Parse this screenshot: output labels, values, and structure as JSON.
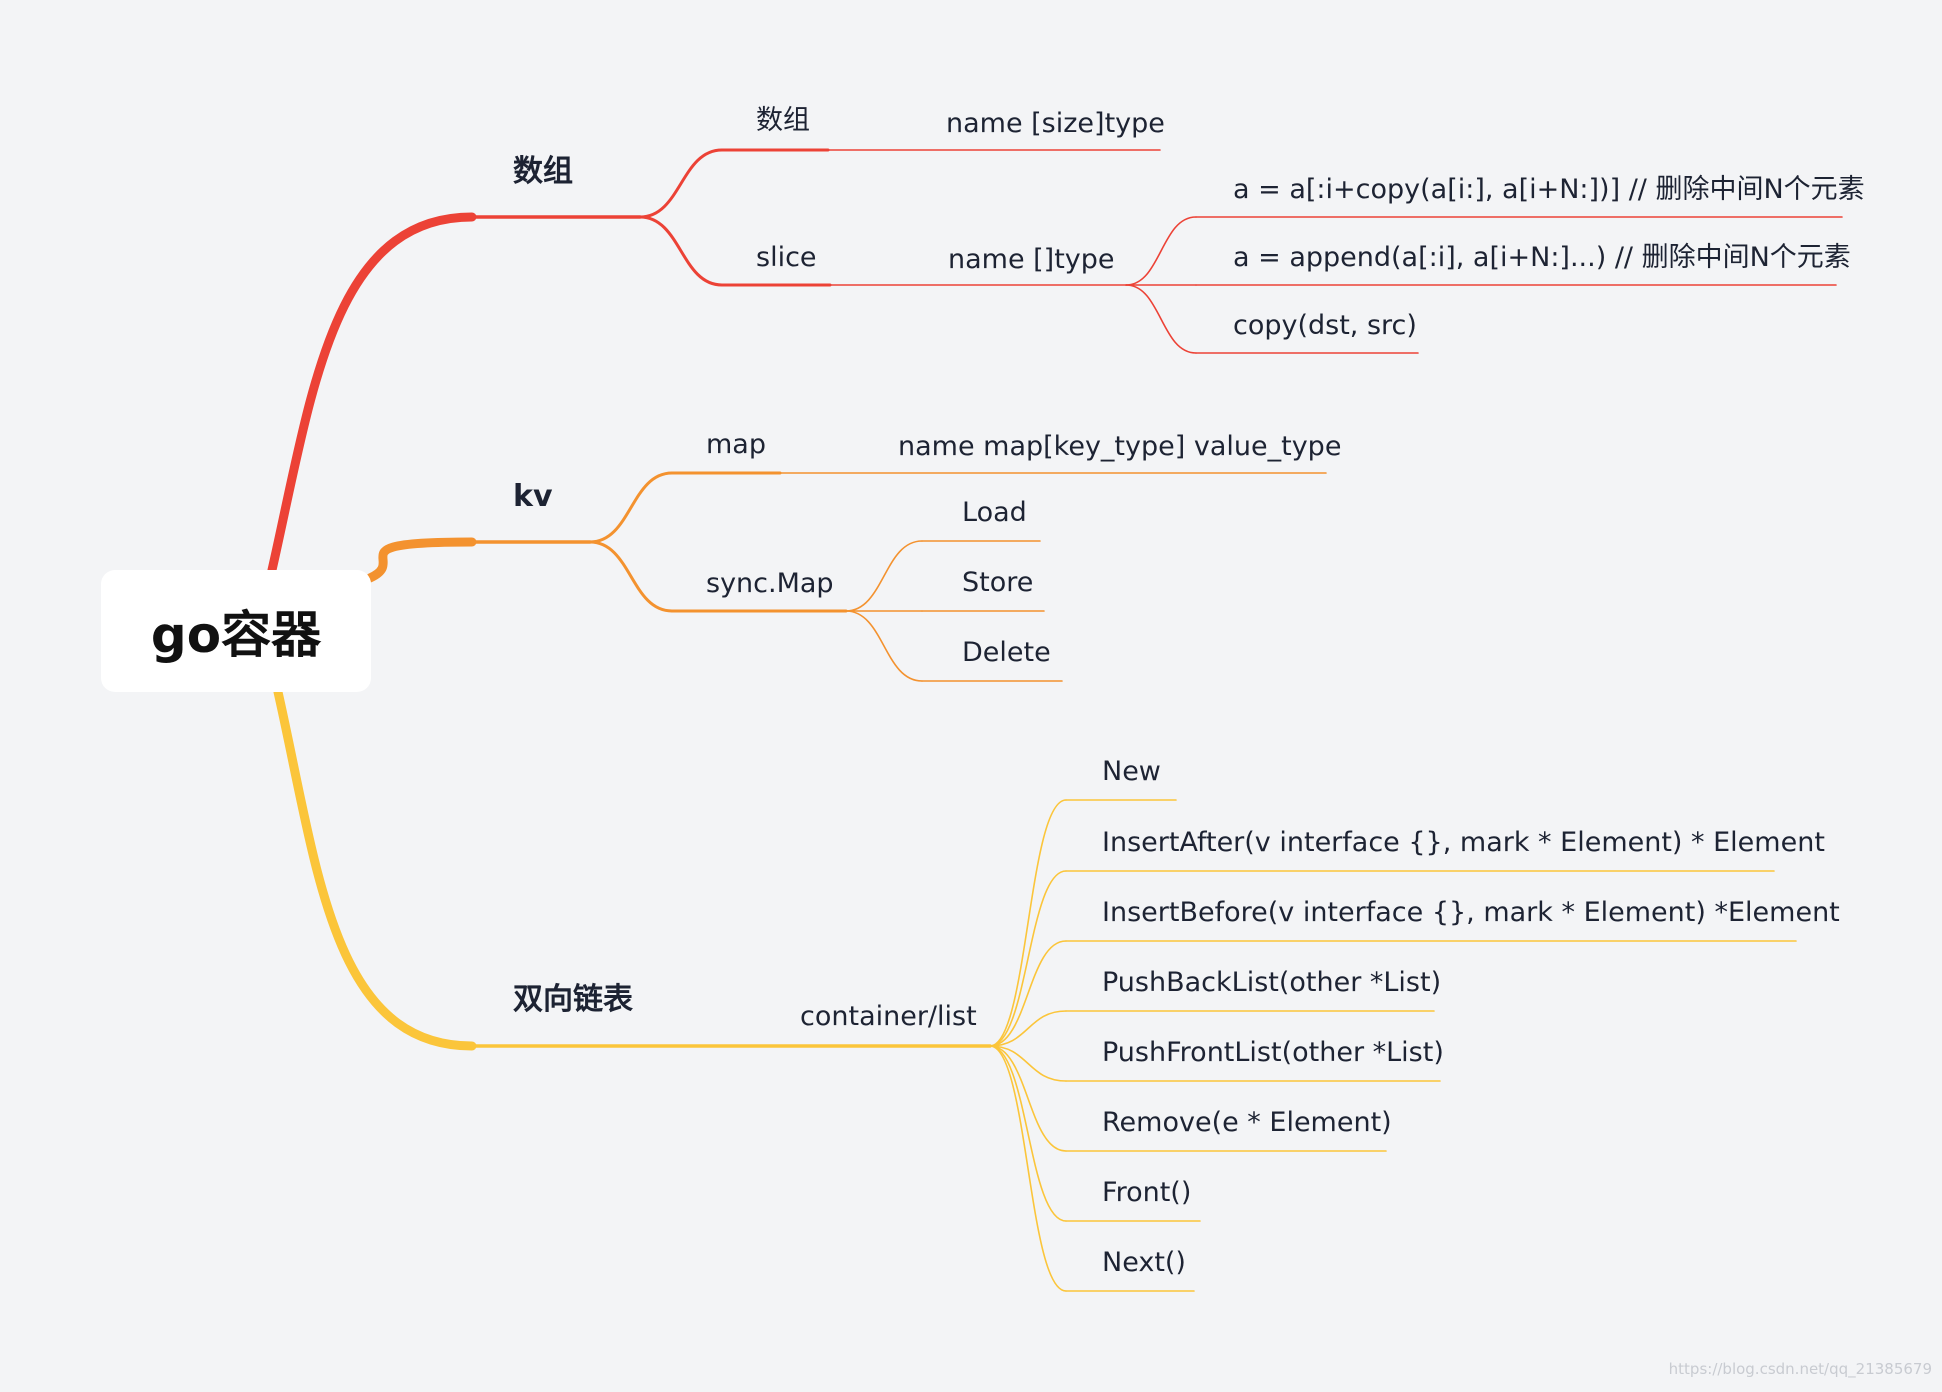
{
  "root": {
    "label": "go容器"
  },
  "branches": [
    {
      "label": "数组",
      "color": "#ec4236",
      "children": [
        {
          "label": "数组",
          "children": [
            {
              "label": "name [size]type"
            }
          ]
        },
        {
          "label": "slice",
          "children": [
            {
              "label": "name []type",
              "children": [
                {
                  "label": "a = a[:i+copy(a[i:], a[i+N:])] // 删除中间N个元素"
                },
                {
                  "label": "a = append(a[:i], a[i+N:]...) // 删除中间N个元素"
                },
                {
                  "label": "copy(dst, src)"
                }
              ]
            }
          ]
        }
      ]
    },
    {
      "label": "kv",
      "color": "#f3922f",
      "children": [
        {
          "label": "map",
          "children": [
            {
              "label": "name map[key_type] value_type"
            }
          ]
        },
        {
          "label": "sync.Map",
          "children": [
            {
              "label": "Load"
            },
            {
              "label": "Store"
            },
            {
              "label": "Delete"
            }
          ]
        }
      ]
    },
    {
      "label": "双向链表",
      "color": "#fbc53a",
      "children": [
        {
          "label": "container/list",
          "children": [
            {
              "label": "New"
            },
            {
              "label": "InsertAfter(v interface {}, mark * Element) * Element"
            },
            {
              "label": "InsertBefore(v interface {}, mark * Element) *Element"
            },
            {
              "label": "PushBackList(other *List)"
            },
            {
              "label": "PushFrontList(other *List)"
            },
            {
              "label": "Remove(e * Element)"
            },
            {
              "label": "Front()"
            },
            {
              "label": "Next()"
            }
          ]
        }
      ]
    }
  ],
  "watermark": "https://blog.csdn.net/qq_21385679"
}
